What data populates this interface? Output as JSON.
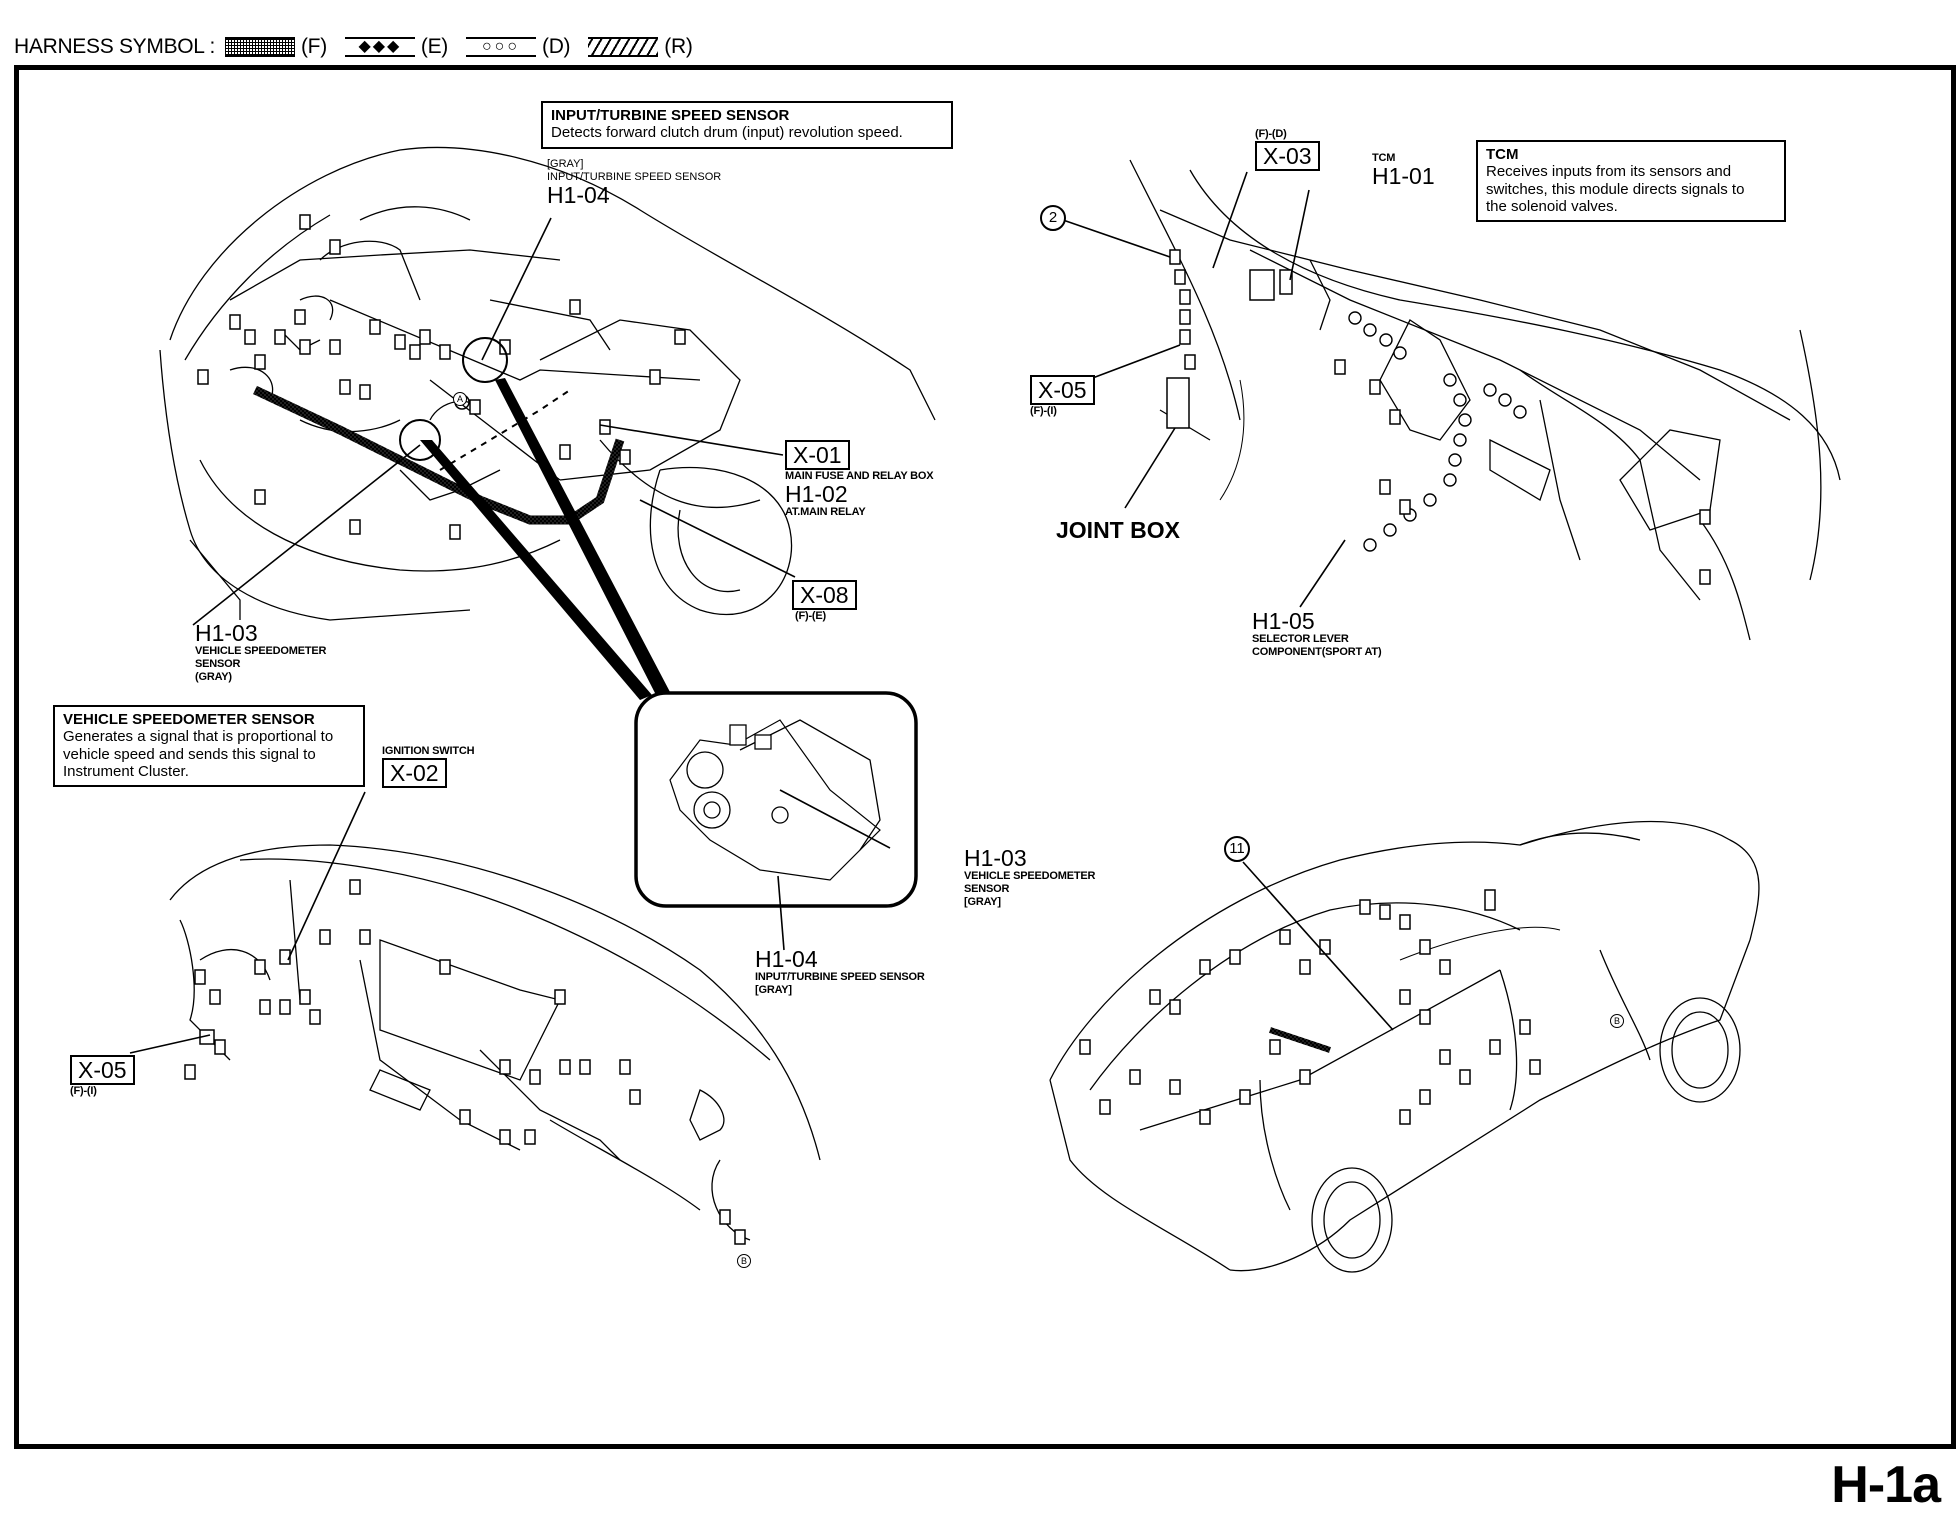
{
  "header": {
    "title": "HARNESS SYMBOL :",
    "symbols": [
      {
        "pattern": "dotted-fill",
        "glyph": "",
        "code": "(F)"
      },
      {
        "pattern": "diamonds",
        "glyph": "◆◆◆",
        "code": "(E)"
      },
      {
        "pattern": "circles",
        "glyph": "○○○",
        "code": "(D)"
      },
      {
        "pattern": "hatched",
        "glyph": "",
        "code": "(R)"
      }
    ]
  },
  "callouts": {
    "input_turbine": {
      "title": "INPUT/TURBINE SPEED SENSOR",
      "desc": "Detects forward clutch drum (input) revolution speed."
    },
    "tcm": {
      "title": "TCM",
      "desc": [
        "Receives inputs from its sensors and",
        "switches, this module directs signals to",
        "the solenoid valves."
      ]
    },
    "vss": {
      "title": "VEHICLE SPEEDOMETER SENSOR",
      "desc": [
        "Generates a signal that is proportional to",
        "vehicle speed and sends this signal to",
        "Instrument Cluster."
      ]
    }
  },
  "labels": {
    "h1_04_top": {
      "color": "[GRAY]",
      "name": "INPUT/TURBINE SPEED SENSOR",
      "code": "H1-04"
    },
    "x01": {
      "code": "X-01",
      "name": "MAIN FUSE AND RELAY BOX"
    },
    "h1_02": {
      "code": "H1-02",
      "name": "AT.MAIN RELAY"
    },
    "x08": {
      "code": "X-08",
      "sub": "(F)-(E)"
    },
    "h1_03_top": {
      "code": "H1-03",
      "lines": [
        "VEHICLE SPEEDOMETER",
        "SENSOR",
        "(GRAY)"
      ]
    },
    "x03": {
      "code": "X-03",
      "sub": "(F)-(D)"
    },
    "h1_01": {
      "code": "H1-01",
      "name": "TCM"
    },
    "x05_top": {
      "code": "X-05",
      "sub": "(F)-(I)"
    },
    "joint_box": "JOINT BOX",
    "h1_05": {
      "code": "H1-05",
      "lines": [
        "SELECTOR LEVER",
        "COMPONENT(SPORT AT)"
      ]
    },
    "x02": {
      "code": "X-02",
      "name": "IGNITION SWITCH"
    },
    "x05_bottom": {
      "code": "X-05",
      "sub": "(F)-(I)"
    },
    "h1_03_detail": {
      "code": "H1-03",
      "lines": [
        "VEHICLE SPEEDOMETER",
        "SENSOR",
        "[GRAY]"
      ]
    },
    "h1_04_detail": {
      "code": "H1-04",
      "lines": [
        "INPUT/TURBINE SPEED SENSOR",
        "[GRAY]"
      ]
    },
    "circle_2": "2",
    "circle_11": "11",
    "marker_a": "A",
    "marker_b": "B"
  },
  "views": [
    "engine-compartment",
    "instrument-panel-tcm",
    "transaxle-detail",
    "dashboard",
    "vehicle-body"
  ],
  "page_id": "H-1a"
}
